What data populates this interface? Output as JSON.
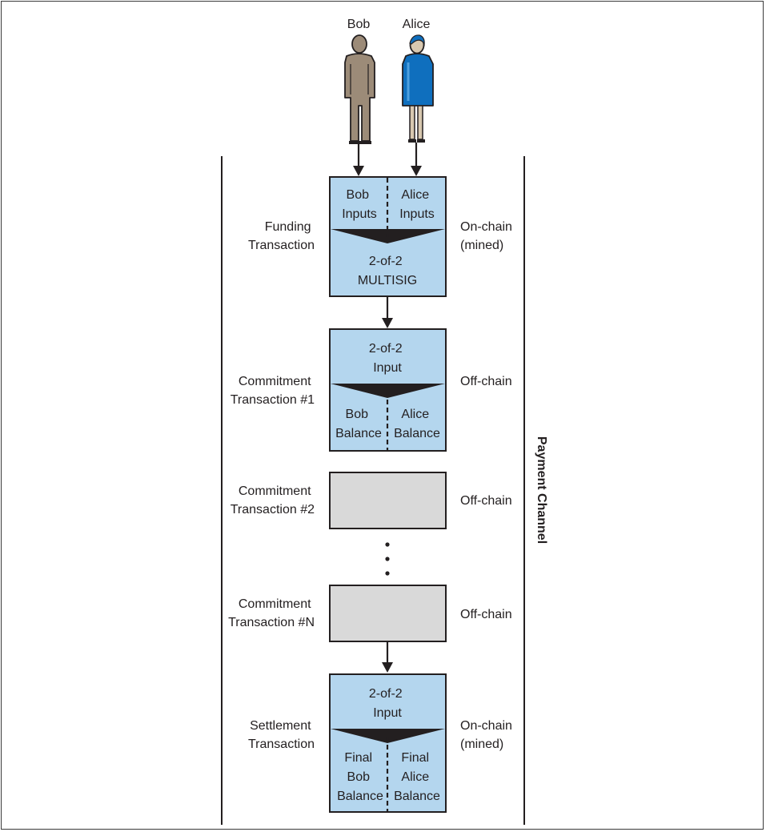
{
  "people": {
    "left": "Bob",
    "right": "Alice"
  },
  "funding": {
    "left_label": [
      "Funding",
      "Transaction"
    ],
    "right_label": [
      "On-chain",
      "(mined)"
    ],
    "top_left": [
      "Bob",
      "Inputs"
    ],
    "top_right": [
      "Alice",
      "Inputs"
    ],
    "bottom": [
      "2-of-2",
      "MULTISIG"
    ]
  },
  "commitment1": {
    "left_label": [
      "Commitment",
      "Transaction #1"
    ],
    "right_label": "Off-chain",
    "top": [
      "2-of-2",
      "Input"
    ],
    "bottom_left": [
      "Bob",
      "Balance"
    ],
    "bottom_right": [
      "Alice",
      "Balance"
    ]
  },
  "commitment2": {
    "left_label": [
      "Commitment",
      "Transaction #2"
    ],
    "right_label": "Off-chain"
  },
  "commitmentN": {
    "left_label": [
      "Commitment",
      "Transaction #N"
    ],
    "right_label": "Off-chain"
  },
  "settlement": {
    "left_label": [
      "Settlement",
      "Transaction"
    ],
    "right_label": [
      "On-chain",
      "(mined)"
    ],
    "top": [
      "2-of-2",
      "Input"
    ],
    "bottom_left": [
      "Final",
      "Bob",
      "Balance"
    ],
    "bottom_right": [
      "Final",
      "Alice",
      "Balance"
    ]
  },
  "channel_label": "Payment Channel",
  "colors": {
    "box_blue": "#b4d6ee",
    "box_gray": "#d9d9d9",
    "bob_figure": "#9c8b78",
    "alice_dress": "#0f6fbe",
    "ink": "#231f20"
  }
}
